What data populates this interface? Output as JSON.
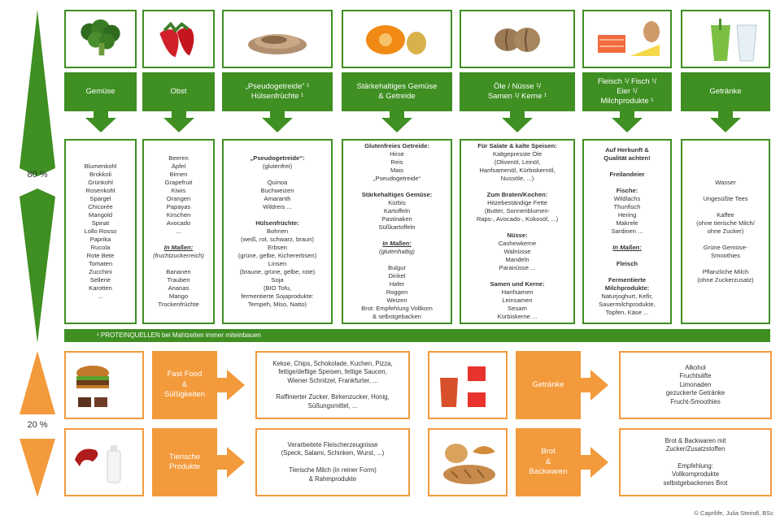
{
  "percentages": {
    "good": "80 %",
    "bad": "20 %"
  },
  "footnote": "¹ PROTEINQUELLEN bei Mahlzeiten immer miteinbauen",
  "copyright": "© Caprilife, Julia Steindl, BSc",
  "colors": {
    "green": "#3f8f22",
    "orange": "#f39a3c"
  },
  "good_columns": [
    {
      "image_icon": "broccoli-icon",
      "header": [
        "Gemüse"
      ],
      "items": [
        {
          "t": "Blumenkohl"
        },
        {
          "t": "Brokkoli"
        },
        {
          "t": "Grünkohl"
        },
        {
          "t": "Rosenkohl"
        },
        {
          "t": "Spargel"
        },
        {
          "t": "Chicorée"
        },
        {
          "t": "Mangold"
        },
        {
          "t": "Spinat"
        },
        {
          "t": "Lollo Rosso"
        },
        {
          "t": "Paprika"
        },
        {
          "t": "Rucola"
        },
        {
          "t": "Rote Bete"
        },
        {
          "t": "Tomaten"
        },
        {
          "t": "Zucchini"
        },
        {
          "t": "Sellerie"
        },
        {
          "t": "Karotten"
        },
        {
          "t": "..."
        }
      ]
    },
    {
      "image_icon": "strawberry-icon",
      "header": [
        "Obst"
      ],
      "items": [
        {
          "t": "Beeren"
        },
        {
          "t": "Äpfel"
        },
        {
          "t": "Birnen"
        },
        {
          "t": "Grapefruit"
        },
        {
          "t": "Kiwis"
        },
        {
          "t": "Orangen"
        },
        {
          "t": "Papayas"
        },
        {
          "t": "Kirschen"
        },
        {
          "t": "Avocado"
        },
        {
          "t": "..."
        },
        {
          "t": " "
        },
        {
          "t": "In Maßen:",
          "s": "bi"
        },
        {
          "t": "(fruchtzuckerreich)",
          "s": "i"
        },
        {
          "t": " "
        },
        {
          "t": "Bananen"
        },
        {
          "t": "Trauben"
        },
        {
          "t": "Ananas"
        },
        {
          "t": "Mango"
        },
        {
          "t": "Trockenfrüchte"
        }
      ]
    },
    {
      "image_icon": "grains-icon",
      "header": [
        "„Pseudogetreide“ ¹",
        "Hülsenfrüchte ¹"
      ],
      "items": [
        {
          "t": "„Pseudogetreide“:",
          "s": "b"
        },
        {
          "t": "(glutenfrei)"
        },
        {
          "t": " "
        },
        {
          "t": "Quinoa"
        },
        {
          "t": "Buchweizen"
        },
        {
          "t": "Amaranth"
        },
        {
          "t": "Wildreis ..."
        },
        {
          "t": " "
        },
        {
          "t": "Hülsenfrüchte:",
          "s": "b"
        },
        {
          "t": "Bohnen"
        },
        {
          "t": "(weiß, rot, schwarz, braun)"
        },
        {
          "t": "Erbsen"
        },
        {
          "t": "(grüne, gelbe, Kichererbsen)"
        },
        {
          "t": "Linsen"
        },
        {
          "t": "(braune, grüne, gelbe, rote)"
        },
        {
          "t": "Soja"
        },
        {
          "t": "(BIO Tofu,"
        },
        {
          "t": "fermentierte Sojaprodukte:"
        },
        {
          "t": "Tempeh, Miso, Natto)"
        }
      ]
    },
    {
      "image_icon": "pumpkin-potato-icon",
      "header": [
        "Stärkehaltiges Gemüse",
        "& Getreide"
      ],
      "items": [
        {
          "t": "Glutenfreies Getreide:",
          "s": "b"
        },
        {
          "t": "Hirse"
        },
        {
          "t": "Reis"
        },
        {
          "t": "Mais"
        },
        {
          "t": "„Pseudogetreide“"
        },
        {
          "t": " "
        },
        {
          "t": "Stärkehaltiges Gemüse:",
          "s": "b"
        },
        {
          "t": "Kürbis"
        },
        {
          "t": "Kartoffeln"
        },
        {
          "t": "Pastinaken"
        },
        {
          "t": "Süßkartoffeln"
        },
        {
          "t": " "
        },
        {
          "t": "In Maßen:",
          "s": "bi"
        },
        {
          "t": "(glutenhaltig)",
          "s": "i"
        },
        {
          "t": " "
        },
        {
          "t": "Bulgur"
        },
        {
          "t": "Dinkel"
        },
        {
          "t": "Hafer"
        },
        {
          "t": "Roggen"
        },
        {
          "t": "Weizen"
        },
        {
          "t": "Brot: Empfehlung Vollkorn"
        },
        {
          "t": "& selbstgebacken"
        }
      ]
    },
    {
      "image_icon": "nuts-icon",
      "header": [
        "Öle / Nüsse ¹/",
        "Samen ¹/ Kerne ¹"
      ],
      "items": [
        {
          "t": "Für Salate & kalte Speisen:",
          "s": "b"
        },
        {
          "t": "Kaltgepresste Öle"
        },
        {
          "t": "(Olivenöl, Leinöl,"
        },
        {
          "t": "Hanfsamenöl, Kürbiskernöl,"
        },
        {
          "t": "Nussöle, ...)"
        },
        {
          "t": " "
        },
        {
          "t": "Zum Braten/Kochen:",
          "s": "b"
        },
        {
          "t": "Hitzebeständige Fette"
        },
        {
          "t": "(Butter, Sonnenblumen-"
        },
        {
          "t": "Raps-, Avocado-, Kokosöl, ...)"
        },
        {
          "t": " "
        },
        {
          "t": "Nüsse:",
          "s": "b"
        },
        {
          "t": "Cashewkerne"
        },
        {
          "t": "Walnüsse"
        },
        {
          "t": "Mandeln"
        },
        {
          "t": "Paranüsse ..."
        },
        {
          "t": " "
        },
        {
          "t": "Samen und Kerne:",
          "s": "b"
        },
        {
          "t": "Hanfsamen"
        },
        {
          "t": "Leinsamen"
        },
        {
          "t": "Sesam"
        },
        {
          "t": "Kürbiskerne ..."
        }
      ]
    },
    {
      "image_icon": "salmon-egg-cheese-icon",
      "header": [
        "Fleisch ¹/ Fisch ¹/",
        "Eier ¹/",
        "Milchprodukte ¹"
      ],
      "items": [
        {
          "t": "Auf Herkunft &",
          "s": "b"
        },
        {
          "t": "Qualität achten!",
          "s": "b"
        },
        {
          "t": " "
        },
        {
          "t": "Freilandeier",
          "s": "b"
        },
        {
          "t": " "
        },
        {
          "t": "Fische:",
          "s": "b"
        },
        {
          "t": "Wildlachs"
        },
        {
          "t": "Thunfisch"
        },
        {
          "t": "Hering"
        },
        {
          "t": "Makrele"
        },
        {
          "t": "Sardinen ..."
        },
        {
          "t": " "
        },
        {
          "t": "In Maßen:",
          "s": "bi"
        },
        {
          "t": " "
        },
        {
          "t": "Fleisch",
          "s": "b"
        },
        {
          "t": " "
        },
        {
          "t": "Fermentierte",
          "s": "b"
        },
        {
          "t": "Milchprodukte:",
          "s": "b"
        },
        {
          "t": "Naturjoghurt, Kefir,"
        },
        {
          "t": "Sauermilchprodukte,"
        },
        {
          "t": "Topfen, Käse ..."
        }
      ]
    },
    {
      "image_icon": "drinks-glass-icon",
      "header": [
        "Getränke"
      ],
      "items": [
        {
          "t": "Wasser"
        },
        {
          "t": " "
        },
        {
          "t": "Ungesüßte Tees"
        },
        {
          "t": " "
        },
        {
          "t": "Kaffee"
        },
        {
          "t": "(ohne tierische Milch/"
        },
        {
          "t": "ohne Zucker)"
        },
        {
          "t": " "
        },
        {
          "t": "Grüne Gemüse-"
        },
        {
          "t": "Smoothies"
        },
        {
          "t": " "
        },
        {
          "t": "Pflanzliche Milch"
        },
        {
          "t": "(ohne Zuckerzusatz)"
        }
      ]
    }
  ],
  "bad_items": [
    {
      "image_icon": "burger-chocolate-icon",
      "header": [
        "Fast Food",
        "&",
        "Süßigkeiten"
      ],
      "items": [
        {
          "t": "Kekse, Chips, Schokolade, Kuchen, Pizza,"
        },
        {
          "t": "fettige/deftige Speisen, fettige Saucen,"
        },
        {
          "t": "Wiener Schnitzel, Frankfurter, ..."
        },
        {
          "t": " "
        },
        {
          "t": "Raffinierter Zucker, Birkenzucker, Honig,"
        },
        {
          "t": "Süßungsmittel, ..."
        }
      ]
    },
    {
      "image_icon": "sausage-milk-icon",
      "header": [
        "Tierische",
        "Produkte"
      ],
      "items": [
        {
          "t": "Verarbeitete Fleischerzeugnisse"
        },
        {
          "t": "(Speck, Salami, Schinken, Wurst, ...)"
        },
        {
          "t": " "
        },
        {
          "t": "Tierische Milch (in reiner Form)"
        },
        {
          "t": "& Rahmprodukte"
        }
      ]
    },
    {
      "image_icon": "juice-carton-icon",
      "header": [
        "Getränke"
      ],
      "items": [
        {
          "t": "Alkohol"
        },
        {
          "t": "Fruchtsäfte"
        },
        {
          "t": "Limonaden"
        },
        {
          "t": "gezuckerte Getränke"
        },
        {
          "t": "Frucht-Smoothies"
        }
      ]
    },
    {
      "image_icon": "bread-croissant-icon",
      "header": [
        "Brot",
        "&",
        "Backwaren"
      ],
      "items": [
        {
          "t": "Brot & Backwaren mit"
        },
        {
          "t": "Zucker/Zusatzstoffen"
        },
        {
          "t": " "
        },
        {
          "t": "Empfehlung:",
          "s": "u"
        },
        {
          "t": "Vollkornprodukte"
        },
        {
          "t": "selbstgebackenes Brot"
        }
      ]
    }
  ]
}
